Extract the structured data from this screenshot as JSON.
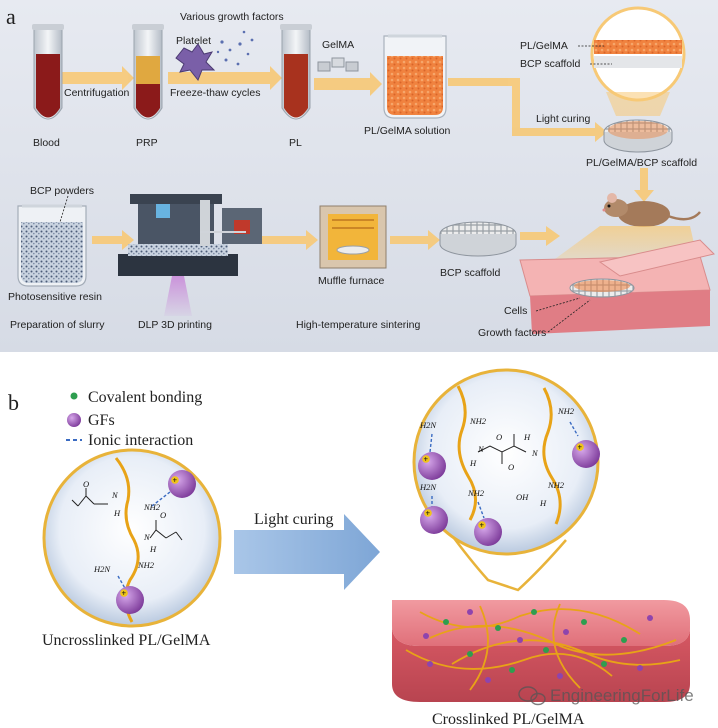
{
  "panel_a": {
    "letter": "a",
    "labels": {
      "blood": "Blood",
      "centrifugation": "Centrifugation",
      "prp": "PRP",
      "platelet": "Platelet",
      "growth_factors_top": "Various growth factors",
      "freeze_thaw": "Freeze-thaw cycles",
      "pl": "PL",
      "gelma": "GelMA",
      "pl_gelma_solution": "PL/GelMA solution",
      "pl_gelma_layer": "PL/GelMA",
      "bcp_scaffold_layer": "BCP scaffold",
      "light_curing": "Light curing",
      "pl_gelma_bcp_scaffold": "PL/GelMA/BCP scaffold",
      "bcp_powders": "BCP powders",
      "photosensitive_resin": "Photosensitive resin",
      "preparation_of_slurry": "Preparation of slurry",
      "dlp_printing": "DLP 3D printing",
      "muffle_furnace": "Muffle furnace",
      "high_temp_sintering": "High-temperature sintering",
      "bcp_scaffold": "BCP scaffold",
      "cells": "Cells",
      "growth_factors": "Growth factors"
    }
  },
  "panel_b": {
    "letter": "b",
    "legend": {
      "covalent": "Covalent bonding",
      "gfs": "GFs",
      "ionic": "Ionic interaction"
    },
    "light_curing": "Light curing",
    "uncrosslinked": "Uncrosslinked PL/GelMA",
    "crosslinked": "Crosslinked PL/GelMA",
    "chem": {
      "h2n": "H2N",
      "nh2": "NH2",
      "n": "N",
      "h": "H",
      "o": "O",
      "oh": "OH",
      "plus": "+"
    }
  },
  "watermark": "EngineeringForLife",
  "colors": {
    "panel_bg": "#dfe3eb",
    "arrow_orange": "#f7c976",
    "blood_red": "#8b1a1a",
    "gf_purple": "#9b59b6",
    "covalent_green": "#2e9e4f",
    "ionic_blue": "#3a6bc2",
    "chain_yellow": "#e8a317",
    "gel_pink": "#e0707a"
  }
}
